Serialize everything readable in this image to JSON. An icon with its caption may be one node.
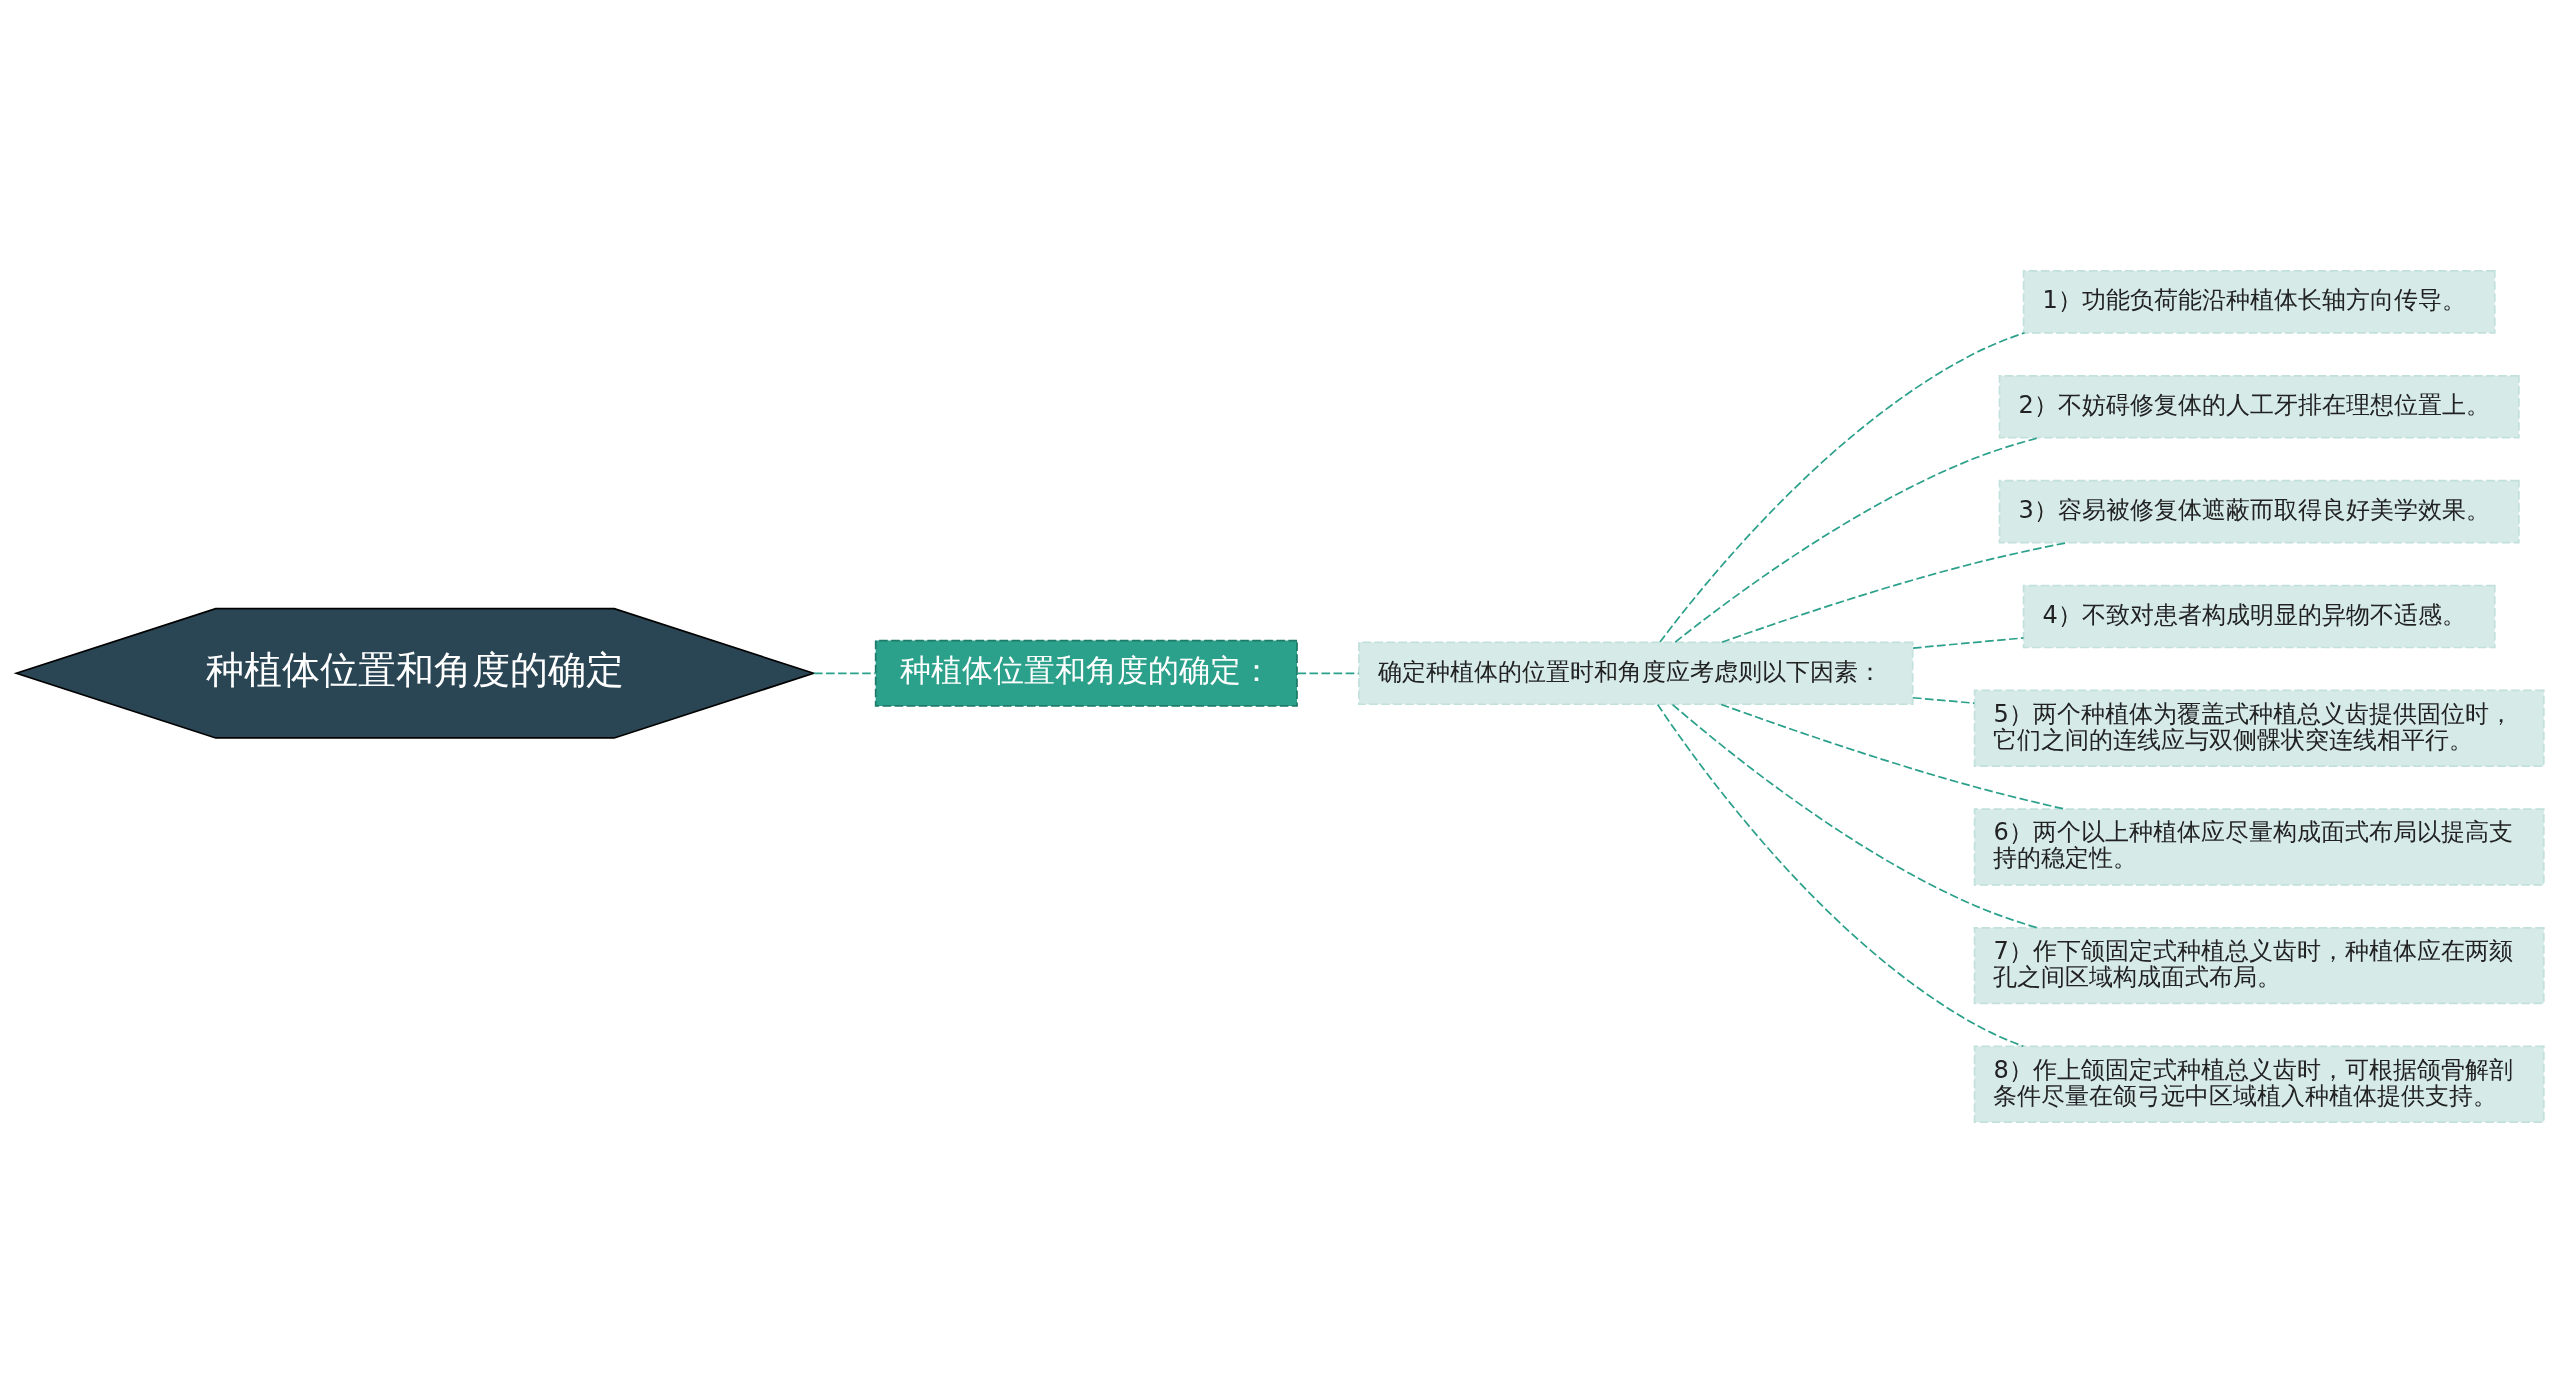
{
  "diagram": {
    "nodes": [
      {
        "text": [
          "种植体位置和角度的确定"
        ]
      },
      {
        "text": [
          "种植体位置和角度的确定："
        ]
      },
      {
        "text": [
          "确定种植体的位置时和角度应考虑则以下因素："
        ]
      },
      {
        "text": [
          "1）功能负荷能沿种植体长轴方向传导。"
        ]
      },
      {
        "text": [
          "2）不妨碍修复体的人工牙排在理想位置上。"
        ]
      },
      {
        "text": [
          "3）容易被修复体遮蔽而取得良好美学效果。"
        ]
      },
      {
        "text": [
          "4）不致对患者构成明显的异物不适感。"
        ]
      },
      {
        "text": [
          "5）两个种植体为覆盖式种植总义齿提供固位时，它们之间的连线应与双侧髁状突连线相平行。"
        ]
      },
      {
        "text": [
          "6）两个以上种植体应尽量构成面式布局以提高支持的稳定性。"
        ]
      },
      {
        "text": [
          "7）作下颌固定式种植总义齿时，种植体应在两颏孔之间区域构成面式布局。"
        ]
      },
      {
        "text": [
          "8）作上颌固定式种植总义齿时，可根据颌骨解剖条件尽量在颌弓远中区域植入种植体提供支持。"
        ]
      }
    ],
    "edges": [
      {
        "from": 0,
        "to": 1,
        "arrow": "none",
        "style": "dashed"
      },
      {
        "from": 1,
        "to": 2,
        "arrow": "none",
        "style": "dashed"
      },
      {
        "from": 2,
        "to": 3,
        "arrow": "none",
        "style": "dashed"
      },
      {
        "from": 2,
        "to": 4,
        "arrow": "none",
        "style": "dashed"
      },
      {
        "from": 2,
        "to": 5,
        "arrow": "none",
        "style": "dashed"
      },
      {
        "from": 2,
        "to": 6,
        "arrow": "none",
        "style": "dashed"
      },
      {
        "from": 2,
        "to": 7,
        "arrow": "none",
        "style": "dashed"
      },
      {
        "from": 2,
        "to": 8,
        "arrow": "none",
        "style": "dashed"
      },
      {
        "from": 2,
        "to": 9,
        "arrow": "none",
        "style": "dashed"
      },
      {
        "from": 2,
        "to": 10,
        "arrow": "none",
        "style": "dashed"
      }
    ]
  }
}
